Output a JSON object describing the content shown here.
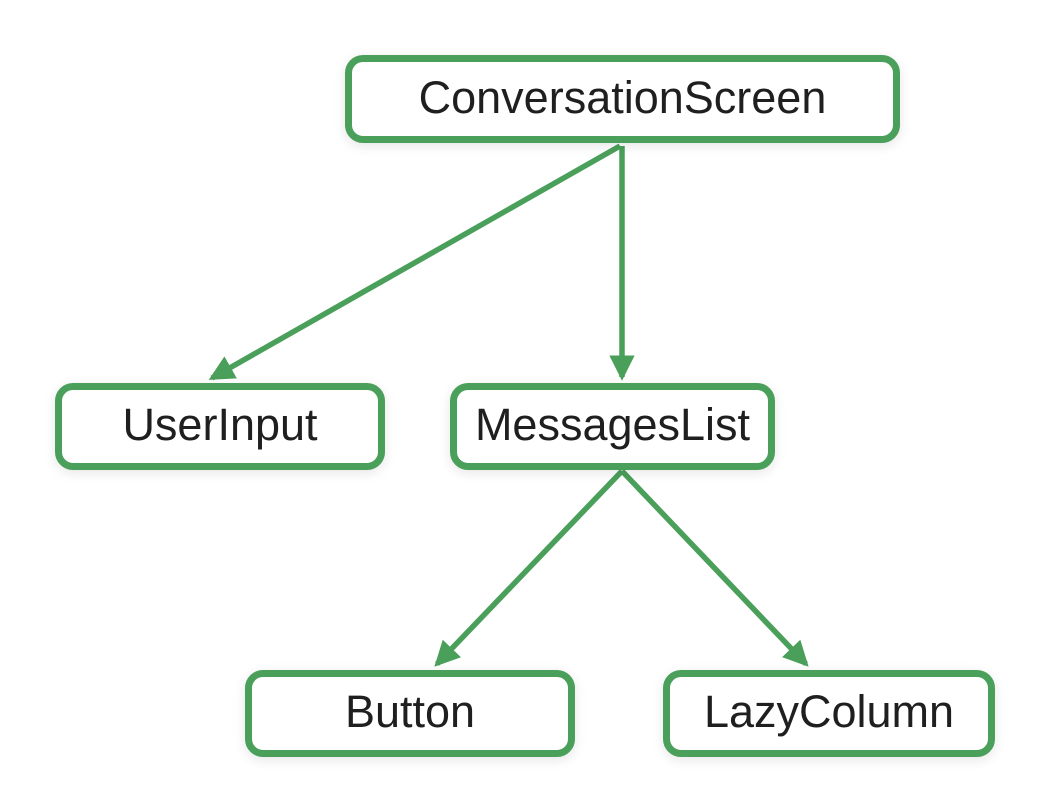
{
  "diagram": {
    "type": "tree",
    "accent_color": "#4aa05a",
    "text_color": "#1f1f1f",
    "background_color": "#ffffff",
    "nodes": [
      {
        "id": "conversation-screen",
        "label": "ConversationScreen"
      },
      {
        "id": "user-input",
        "label": "UserInput"
      },
      {
        "id": "messages-list",
        "label": "MessagesList"
      },
      {
        "id": "button",
        "label": "Button"
      },
      {
        "id": "lazy-column",
        "label": "LazyColumn"
      }
    ],
    "edges": [
      {
        "from": "ConversationScreen",
        "to": "UserInput"
      },
      {
        "from": "ConversationScreen",
        "to": "MessagesList"
      },
      {
        "from": "MessagesList",
        "to": "Button"
      },
      {
        "from": "MessagesList",
        "to": "LazyColumn"
      }
    ]
  }
}
